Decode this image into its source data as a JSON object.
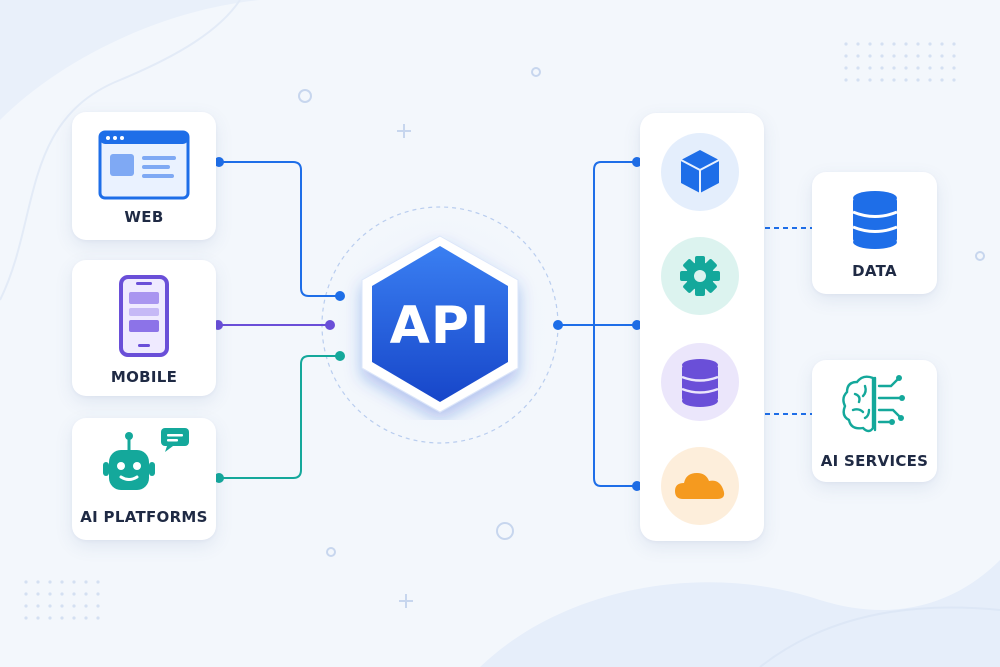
{
  "center": {
    "label": "API"
  },
  "clients": [
    {
      "label": "WEB",
      "icon": "browser-window-icon"
    },
    {
      "label": "MOBILE",
      "icon": "mobile-phone-icon"
    },
    {
      "label": "AI PLATFORMS",
      "icon": "robot-chat-icon"
    }
  ],
  "services": [
    {
      "icon": "cube-icon",
      "color": "#1e6ee8"
    },
    {
      "icon": "gear-icon",
      "color": "#14a89b"
    },
    {
      "icon": "database-icon",
      "color": "#6a4fd8"
    },
    {
      "icon": "cloud-icon",
      "color": "#f59a1f"
    }
  ],
  "destinations": [
    {
      "label": "DATA",
      "icon": "database-icon"
    },
    {
      "label": "AI SERVICES",
      "icon": "brain-circuit-icon"
    }
  ],
  "colors": {
    "blue": "#1e6ee8",
    "purple": "#6a4fd8",
    "teal": "#14a89b",
    "api_gradient_top": "#3a7ff2",
    "api_gradient_bottom": "#1746c9",
    "text": "#1f2a44"
  }
}
